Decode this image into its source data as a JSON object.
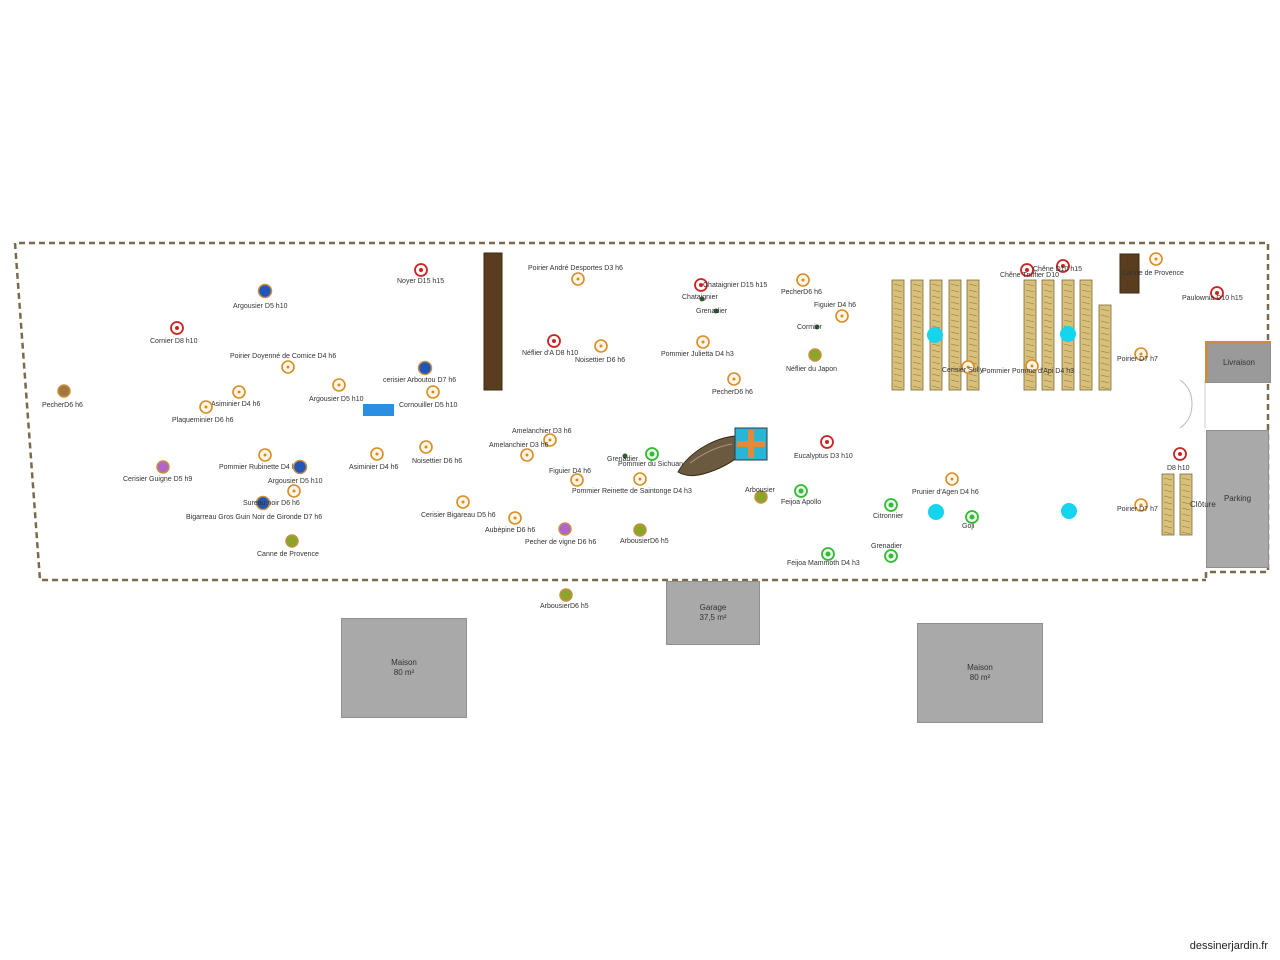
{
  "watermark": "dessinerjardin.fr",
  "buildings": {
    "garage": {
      "label": "Garage",
      "area": "37,5 m²"
    },
    "maison_left": {
      "label": "Maison",
      "area": "80 m²"
    },
    "maison_right": {
      "label": "Maison",
      "area": "80 m²"
    },
    "parking": {
      "label": "Parking"
    },
    "livraison": {
      "label": "Livraison"
    },
    "cloture": {
      "label": "Clôture"
    }
  },
  "colors": {
    "orange": "#d98c24",
    "red": "#cc2222",
    "green": "#33bb33",
    "olive": "#8aa52a",
    "blue": "#1f56b8",
    "purple": "#b066c8",
    "brown": "#a07840",
    "pond": "#2a8fe0",
    "water": "#15d4ee",
    "bed": "#d8c07a",
    "hedge": "#5a3d1f"
  },
  "plants": [
    {
      "label": "Noyer D15 h15",
      "kind": "red"
    },
    {
      "label": "Poirier André Desportes D3 h6",
      "kind": "orange"
    },
    {
      "label": "Chataignier D15 h15",
      "kind": "red"
    },
    {
      "label": "Chataignier",
      "kind": "label"
    },
    {
      "label": "Grenadier",
      "kind": "label"
    },
    {
      "label": "PecherD6 h6",
      "kind": "orange"
    },
    {
      "label": "Figuier D4 h6",
      "kind": "orange"
    },
    {
      "label": "Cormier",
      "kind": "label"
    },
    {
      "label": "Argousier D5 h10",
      "kind": "blue"
    },
    {
      "label": "Cornier D8 h10",
      "kind": "red"
    },
    {
      "label": "Poirier Doyenné de Comice D4 h6",
      "kind": "orange"
    },
    {
      "label": "Néflier d'A D8 h10",
      "kind": "red"
    },
    {
      "label": "Noisettier D6 h6",
      "kind": "orange"
    },
    {
      "label": "Pommier Julietta D4 h3",
      "kind": "orange"
    },
    {
      "label": "Néflier du Japon",
      "kind": "olive"
    },
    {
      "label": "cerisier Arboutou D7 h6",
      "kind": "blue"
    },
    {
      "label": "Argousier D5 h10",
      "kind": "orange"
    },
    {
      "label": "Cornouiller D5 h10",
      "kind": "orange"
    },
    {
      "label": "Asiminier D4 h6",
      "kind": "orange"
    },
    {
      "label": "Plaqueminier D6 h6",
      "kind": "orange"
    },
    {
      "label": "PecherD6 h6",
      "kind": "brown"
    },
    {
      "label": "PecherD6 h6",
      "kind": "orange"
    },
    {
      "label": "Amelanchier D3 h6",
      "kind": "orange"
    },
    {
      "label": "Amelanchier D3 h6",
      "kind": "orange"
    },
    {
      "label": "Noisettier D6 h6",
      "kind": "orange"
    },
    {
      "label": "Pommier Rubinette D4 h3",
      "kind": "orange"
    },
    {
      "label": "Argousier D5 h10",
      "kind": "blue"
    },
    {
      "label": "Asiminier D4 h6",
      "kind": "orange"
    },
    {
      "label": "Cerisier Guigne D5 h9",
      "kind": "purple"
    },
    {
      "label": "Grenadier",
      "kind": "label"
    },
    {
      "label": "Pommier du Sichuan",
      "kind": "green"
    },
    {
      "label": "Figuier D4 h6",
      "kind": "orange"
    },
    {
      "label": "Pommier Reinette de Saintonge D4 h3",
      "kind": "orange"
    },
    {
      "label": "Eucalyptus D3 h10",
      "kind": "red"
    },
    {
      "label": "Sureau noir D6 h6",
      "kind": "blue"
    },
    {
      "label": "Bigarreau Gros Guin Noir de Gironde D7 h6",
      "kind": "orange"
    },
    {
      "label": "Cerisier Bigareau D5 h6",
      "kind": "orange"
    },
    {
      "label": "Aubépine D6 h6",
      "kind": "orange"
    },
    {
      "label": "Pecher de vigne D6 h6",
      "kind": "purple"
    },
    {
      "label": "ArbousierD6 h5",
      "kind": "olive"
    },
    {
      "label": "Canne de Provence",
      "kind": "olive"
    },
    {
      "label": "Arbousier",
      "kind": "olive"
    },
    {
      "label": "Feijoa Apollo",
      "kind": "green"
    },
    {
      "label": "Prunier d'Agen D4 h6",
      "kind": "orange"
    },
    {
      "label": "Citronnier",
      "kind": "green"
    },
    {
      "label": "Goji",
      "kind": "green"
    },
    {
      "label": "Grenadier",
      "kind": "green"
    },
    {
      "label": "Feijoa Mammoth D4 h3",
      "kind": "green"
    },
    {
      "label": "ArbousierD6 h5",
      "kind": "olive"
    },
    {
      "label": "Chêne Truffier D10",
      "kind": "red"
    },
    {
      "label": "Chêne D10 h15",
      "kind": "red"
    },
    {
      "label": "Canne de Provence",
      "kind": "orange"
    },
    {
      "label": "Paulownia D10 h15",
      "kind": "red"
    },
    {
      "label": "Poirier D7 h7",
      "kind": "orange"
    },
    {
      "label": "Cerisier Sully",
      "kind": "orange"
    },
    {
      "label": "Pommier Pomme d'Api D4 h3",
      "kind": "orange"
    },
    {
      "label": "D8 h10",
      "kind": "red"
    },
    {
      "label": "Poirier D7 h7",
      "kind": "orange"
    }
  ]
}
